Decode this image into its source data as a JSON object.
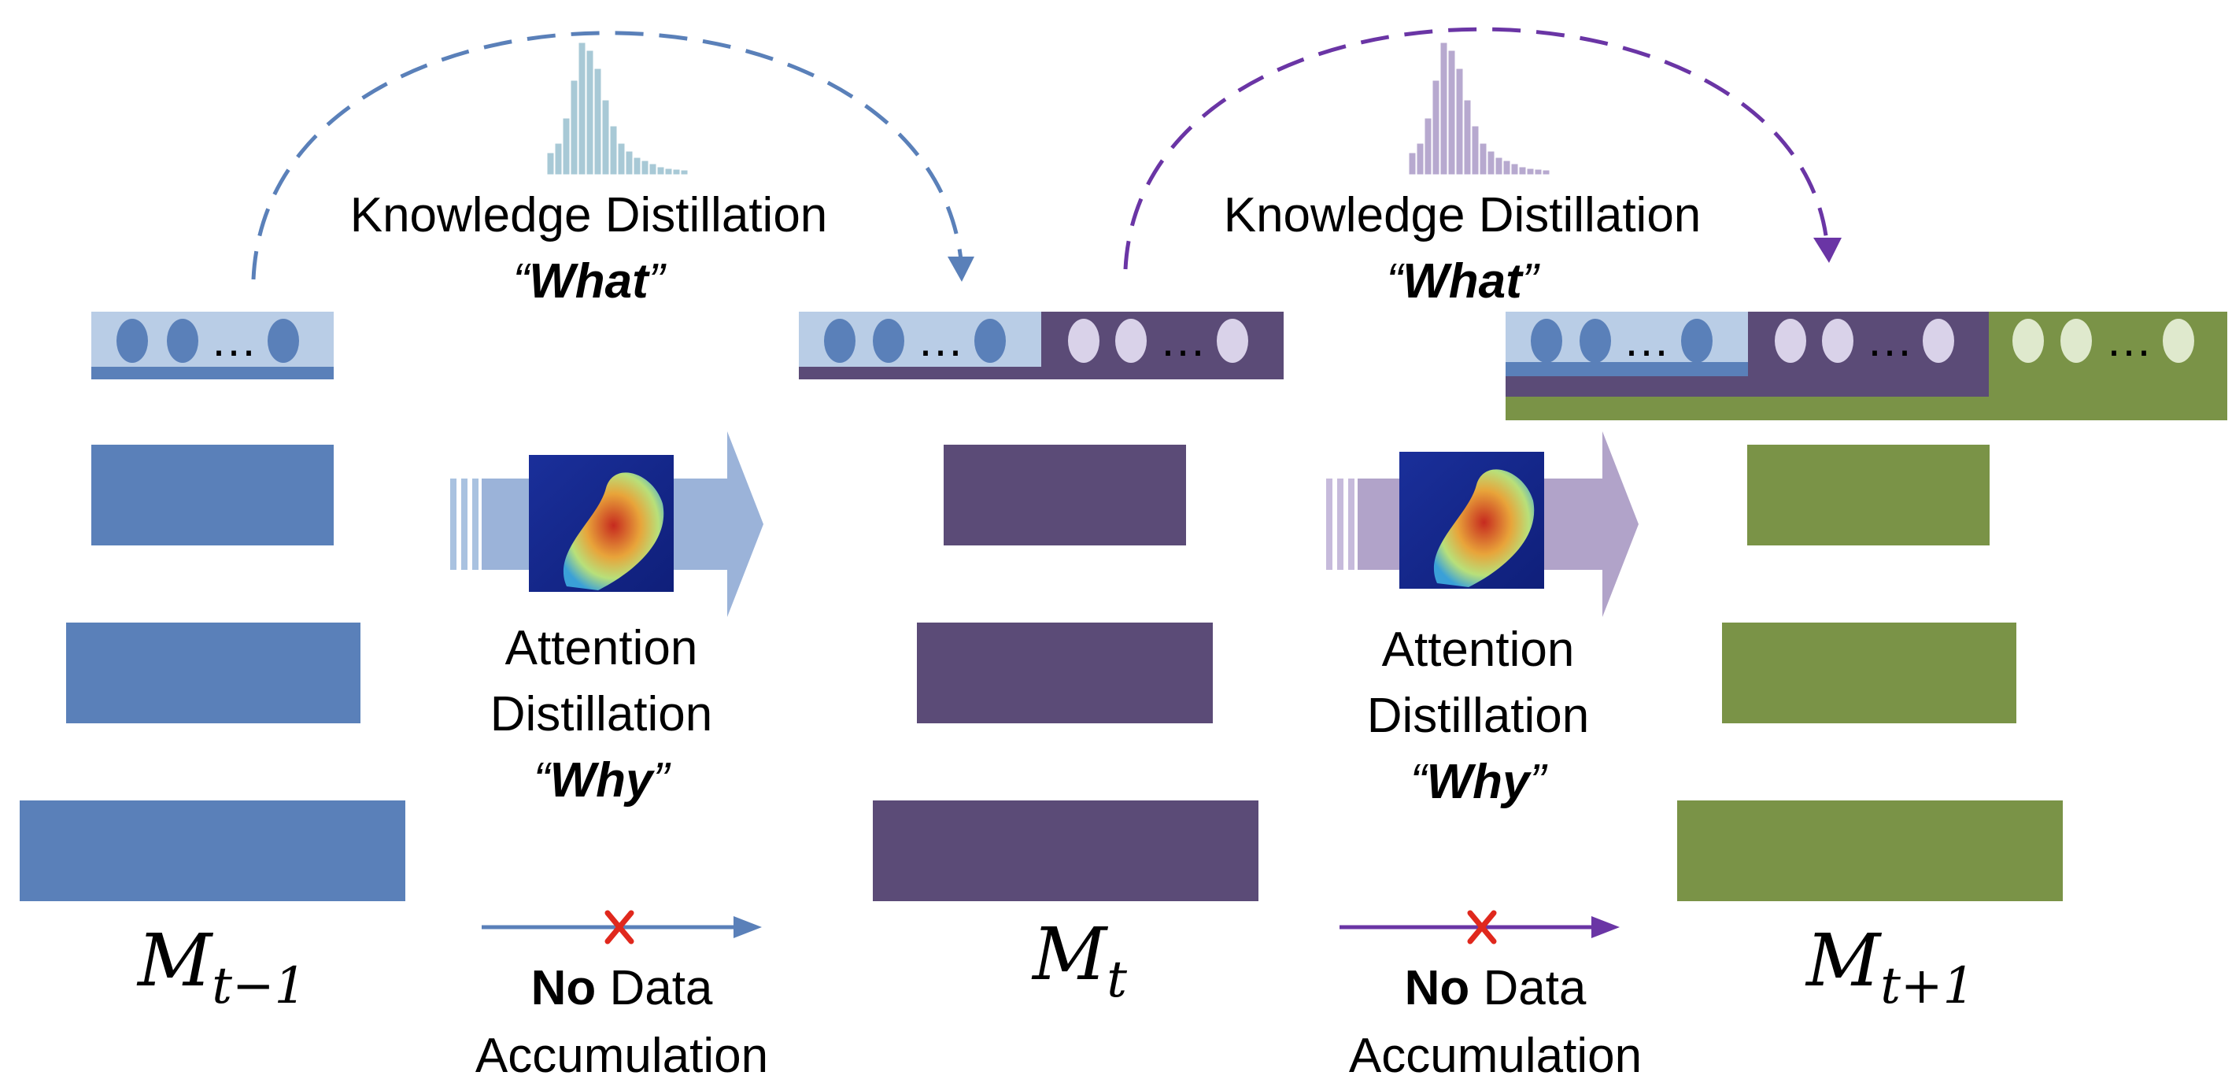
{
  "colors": {
    "blue": "#5a80b9",
    "blue_light": "#b9cde6",
    "blue_dot": "#5a80b9",
    "purple": "#5b4b77",
    "purple_dot": "#d9d2e9",
    "purple_arrow": "#6a35a5",
    "green": "#7a9347",
    "green_dot": "#dfe9cd",
    "red_x": "#e0281d"
  },
  "icons": {
    "histogram": "histogram-icon",
    "attention_map": "attention-heatmap-icon",
    "cross": "cross-icon"
  },
  "models": [
    {
      "base": "M",
      "sub": "t−1"
    },
    {
      "base": "M",
      "sub": "t"
    },
    {
      "base": "M",
      "sub": "t+1"
    }
  ],
  "transitions": [
    {
      "kd_title": "Knowledge Distillation",
      "kd_what": "What",
      "ad_line1": "Attention",
      "ad_line2": "Distillation",
      "ad_why": "Why",
      "no_data_bold": "No",
      "no_data_rest": " Data",
      "accumulation": "Accumulation"
    },
    {
      "kd_title": "Knowledge Distillation",
      "kd_what": "What",
      "ad_line1": "Attention",
      "ad_line2": "Distillation",
      "ad_why": "Why",
      "no_data_bold": "No",
      "no_data_rest": " Data",
      "accumulation": "Accumulation"
    }
  ],
  "ellipsis": "…",
  "quote_open": "“",
  "quote_close": "”"
}
